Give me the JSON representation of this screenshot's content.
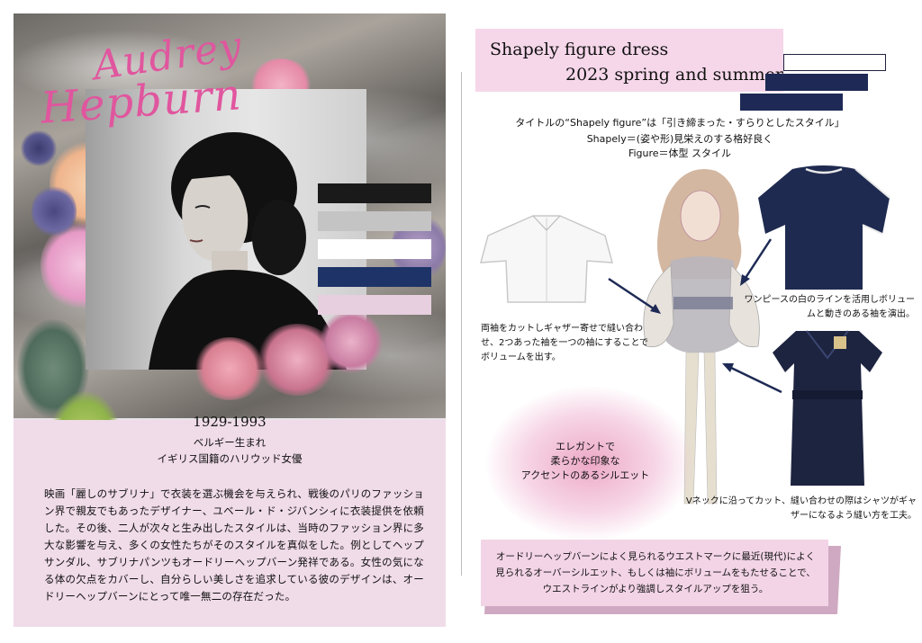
{
  "left": {
    "name_line1": "Audrey",
    "name_line2": "Hepburn",
    "years": "1929-1993",
    "birthplace": "ベルギー生まれ",
    "nationality": "イギリス国籍のハリウッド女優",
    "bio": "映画「麗しのサブリナ」で衣装を選ぶ機会を与えられ、戦後のパリのファッション界で親友でもあったデザイナー、ユベール・ド・ジバンシィに衣装提供を依頼した。その後、二人が次々と生み出したスタイルは、当時のファッション界に多大な影響を与え、多くの女性たちがそのスタイルを真似をした。例としてヘップサンダル、サブリナパンツもオードリーヘップバーン発祥である。女性の気になる体の欠点をカバーし、自分らしい美しさを追求している彼のデザインは、オードリーヘップバーンにとって唯一無二の存在だった。",
    "swatches": [
      "#1a1a1a",
      "#c4c4c4",
      "#ffffff",
      "#1e3468",
      "#e7cfdf"
    ],
    "accent_color": "#e0569e"
  },
  "right": {
    "title_line1": "Shapely figure dress",
    "title_line2": "2023 spring and summer",
    "note_line1": "タイトルの“Shapely figure”は「引き締まった・すらりとしたスタイル」",
    "note_line2": "Shapely＝(姿や形)見栄えのする格好良く",
    "note_line3": "Figure＝体型 スタイル",
    "sleeve_note": "両袖をカットしギャザー寄せで縫い合わせ、2つあった袖を一つの袖にすることでボリュームを出す。",
    "white_line_note": "ワンピースの白のラインを活用しボリュームと動きのある袖を演出。",
    "vneck_note": "Vネックに沿ってカット、縫い合わせの際はシャツがギャザーになるよう縫い方を工夫。",
    "elegant_line1": "エレガントで",
    "elegant_line2": "柔らかな印象な",
    "elegant_line3": "アクセントのあるシルエット",
    "bottom_text": "オードリーヘップバーンによく見られるウエストマークに最近(現代)によく見られるオーバーシルエット、もしくは袖にボリュームをもたせることで、ウエストラインがより強調しスタイルアップを狙う。",
    "navy": "#1e2a55"
  }
}
